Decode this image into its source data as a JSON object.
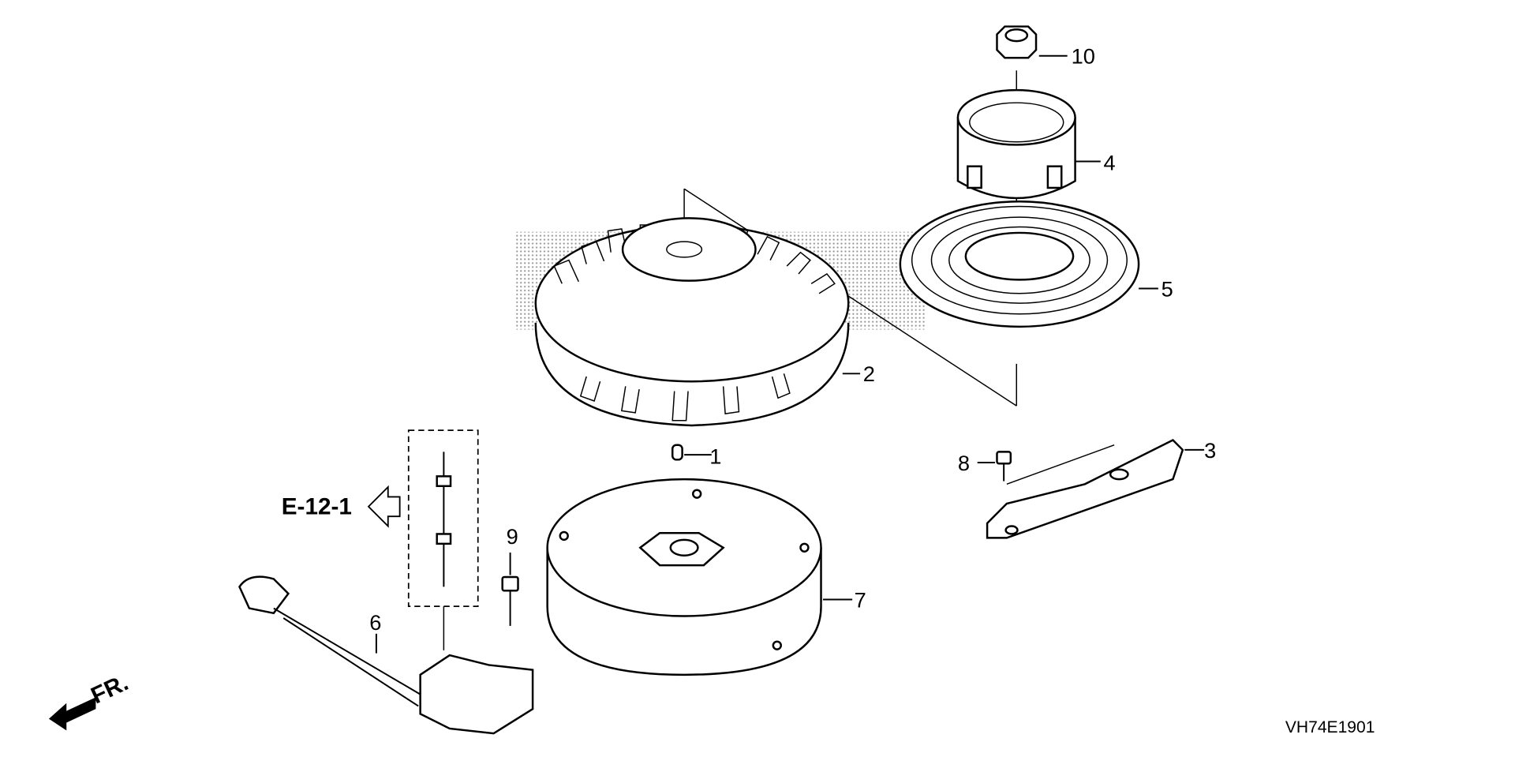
{
  "diagram": {
    "type": "exploded-parts-diagram",
    "callouts": [
      {
        "number": "1",
        "part": "pin"
      },
      {
        "number": "2",
        "part": "flywheel"
      },
      {
        "number": "3",
        "part": "bracket"
      },
      {
        "number": "4",
        "part": "starter-pulley"
      },
      {
        "number": "5",
        "part": "cooling-screen"
      },
      {
        "number": "6",
        "part": "ignition-coil"
      },
      {
        "number": "7",
        "part": "stator"
      },
      {
        "number": "8",
        "part": "screw"
      },
      {
        "number": "9",
        "part": "bolt"
      },
      {
        "number": "10",
        "part": "nut"
      }
    ],
    "reference": "E-12-1",
    "front_indicator": "FR.",
    "diagram_code": "VH74E1901"
  }
}
